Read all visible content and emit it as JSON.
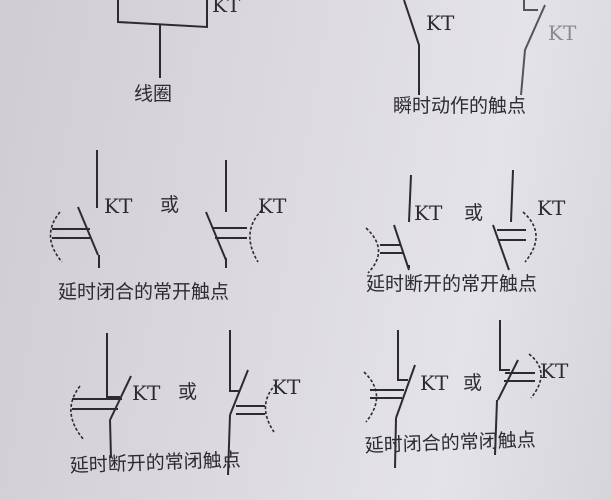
{
  "coil": {
    "tag": "KT",
    "caption": "线圈"
  },
  "instant": {
    "no_tag": "KT",
    "nc_tag": "KT",
    "caption": "瞬时动作的触点"
  },
  "delay_close_no": {
    "tag_a": "KT",
    "or": "或",
    "tag_b": "KT",
    "caption": "延时闭合的常开触点"
  },
  "delay_open_no": {
    "tag_a": "KT",
    "or": "或",
    "tag_b": "KT",
    "caption": "延时断开的常开触点"
  },
  "delay_open_nc": {
    "tag_a": "KT",
    "or": "或",
    "tag_b": "KT",
    "caption": "延时断开的常闭触点"
  },
  "delay_close_nc": {
    "tag_a": "KT",
    "or": "或",
    "tag_b": "KT",
    "caption": "延时闭合的常闭触点"
  }
}
